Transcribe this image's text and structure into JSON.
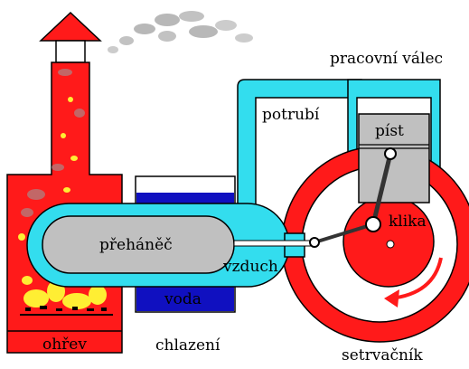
{
  "labels": {
    "pracovni_valec": "pracovní válec",
    "potrubi": "potrubí",
    "pist": "píst",
    "klika": "klika",
    "prehanec": "přeháněč",
    "vzduch": "vzduch",
    "voda": "voda",
    "ohrev": "ohřev",
    "chlazeni": "chlazení",
    "setrvacnik": "setrvačník"
  },
  "colors": {
    "furnace_red": "#ff1a1a",
    "pipe_cyan": "#33ddee",
    "displacer_gray": "#c0c0c0",
    "water_blue": "#1010c0",
    "flame_yellow": "#ffee33",
    "smoke_gray": "#9a9a9a",
    "outline": "#000000"
  }
}
